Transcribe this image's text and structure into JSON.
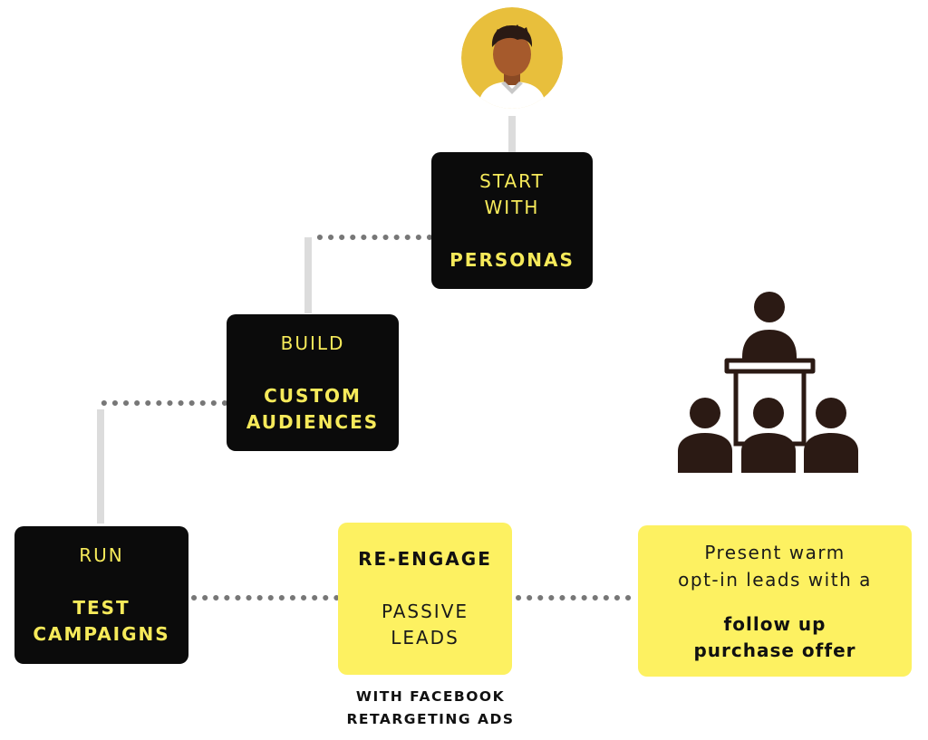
{
  "steps": {
    "personas": {
      "line1": "START",
      "line2": "WITH",
      "bold1": "PERSONAS"
    },
    "audiences": {
      "line1": "BUILD",
      "bold1": "CUSTOM",
      "bold2": "AUDIENCES"
    },
    "test": {
      "line1": "RUN",
      "bold1": "TEST",
      "bold2": "CAMPAIGNS"
    },
    "reengage": {
      "bold1": "RE-ENGAGE",
      "line1": "PASSIVE",
      "line2": "LEADS"
    },
    "offer": {
      "line1": "Present warm",
      "line2": "opt-in leads with a",
      "bold1": "follow up",
      "bold2": "purchase offer"
    }
  },
  "caption": {
    "line1": "WITH FACEBOOK",
    "line2": "RETARGETING ADS"
  },
  "icons": {
    "avatar": "person-avatar-icon",
    "presenter": "presenter-audience-icon"
  },
  "colors": {
    "dark_box": "#0b0b0b",
    "yellow_text": "#f6ea5a",
    "yellow_box": "#fdf161",
    "avatar_bg": "#e8bf3c",
    "icon_brown": "#2b1a14",
    "connector_dots": "#777777",
    "connector_line": "#dcdcdc"
  }
}
